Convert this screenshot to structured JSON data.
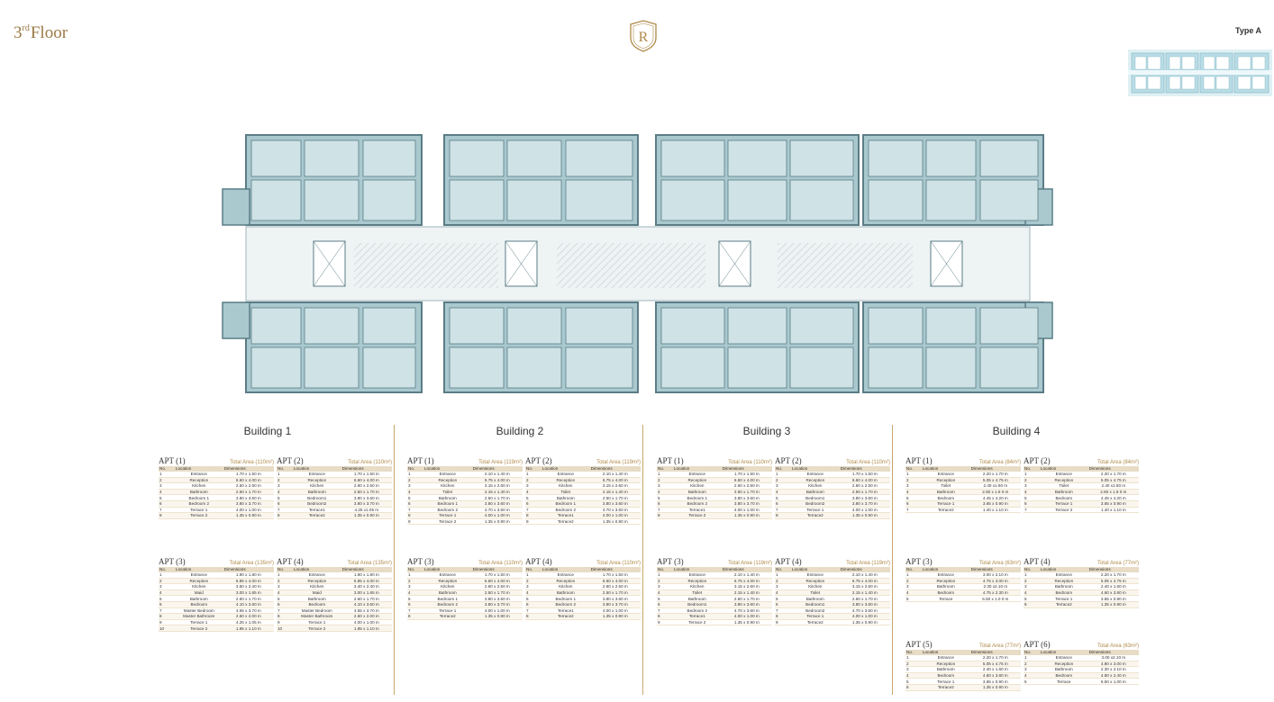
{
  "header": {
    "floor_title_sup": "rd",
    "floor_title_rest": "Floor",
    "floor_title_num": "3",
    "logo_letter": "R",
    "type_label": "Type A"
  },
  "colors": {
    "gold": "#b08a4a",
    "plan_fill": "#a9c9cf",
    "plan_wall": "#5b7d86",
    "table_header": "#e8dcc6"
  },
  "table_headers": {
    "no": "No.",
    "location": "Location",
    "dimensions": "Dimensions"
  },
  "buildings": [
    {
      "name": "Building 1",
      "apartments": [
        {
          "name": "APT (1)",
          "area": "Total Area (110m²)",
          "rows": [
            [
              "1",
              "Entrance",
              "1.70 x 1.50 m"
            ],
            [
              "2",
              "Reception",
              "6.60 x 4.00 m"
            ],
            [
              "3",
              "Kitchen",
              "2.60 x 2.50 m"
            ],
            [
              "4",
              "Bathroom",
              "2.50 x 1.70 m"
            ],
            [
              "5",
              "Bedroom 1",
              "3.80 x 3.60 m"
            ],
            [
              "6",
              "Bedroom 2",
              "3.80 x 3.70 m"
            ],
            [
              "7",
              "Terrace 1",
              "4.00 x 1.00 m"
            ],
            [
              "8",
              "Terrace 2",
              "1.35 x 0.90 m"
            ]
          ]
        },
        {
          "name": "APT (2)",
          "area": "Total Area (110m²)",
          "rows": [
            [
              "1",
              "Entrance",
              "1.70 x 1.50 m"
            ],
            [
              "2",
              "Reception",
              "6.60 x 4.00 m"
            ],
            [
              "3",
              "Kitchen",
              "2.60 x 2.50 m"
            ],
            [
              "4",
              "Bathroom",
              "2.50 x 1.70 m"
            ],
            [
              "5",
              "Bedroom1",
              "3.80 x 3.60 m"
            ],
            [
              "6",
              "Bedroom2",
              "3.80 x 3.70 m"
            ],
            [
              "7",
              "Terrace1",
              "4.25 x1.05 m"
            ],
            [
              "8",
              "Terrace2",
              "1.35 x 0.90 m"
            ]
          ]
        },
        {
          "name": "APT (3)",
          "area": "Total Area (135m²)",
          "rows": [
            [
              "1",
              "Entrance",
              "1.90 x 1.80 m"
            ],
            [
              "2",
              "Reception",
              "6.85 x 4.00 m"
            ],
            [
              "3",
              "Kitchen",
              "3.60 x 2.40 m"
            ],
            [
              "4",
              "Maid",
              "3.00 x 1.65 m"
            ],
            [
              "5",
              "Bathroom",
              "2.60 x 1.70 m"
            ],
            [
              "6",
              "Bedroom",
              "4.10 x 3.60 m"
            ],
            [
              "7",
              "Master Bedroom",
              "4.65 x 3.70 m"
            ],
            [
              "8",
              "Master Bathroom",
              "2.60 x 2.00 m"
            ],
            [
              "9",
              "Terrace 1",
              "4.25 x 1.05 m"
            ],
            [
              "10",
              "Terrace 2",
              "1.95 x 1.10 m"
            ]
          ]
        },
        {
          "name": "APT (4)",
          "area": "Total Area (135m²)",
          "rows": [
            [
              "1",
              "Entrance",
              "1.90 x 1.80 m"
            ],
            [
              "2",
              "Reception",
              "6.85 x 4.00 m"
            ],
            [
              "3",
              "Kitchen",
              "3.40 x 2.40 m"
            ],
            [
              "4",
              "Maid",
              "3.00 x 1.65 m"
            ],
            [
              "5",
              "Bathroom",
              "2.60 x 1.70 m"
            ],
            [
              "6",
              "Bedroom",
              "4.10 x 3.60 m"
            ],
            [
              "7",
              "Master Bedroom",
              "4.65 x 3.70 m"
            ],
            [
              "8",
              "Master Bathroom",
              "2.60 x 2.00 m"
            ],
            [
              "9",
              "Terrace 1",
              "4.00 x 1.00 m"
            ],
            [
              "10",
              "Terrace 2",
              "1.95 x 1.10 m"
            ]
          ]
        }
      ]
    },
    {
      "name": "Building 2",
      "apartments": [
        {
          "name": "APT (1)",
          "area": "Total Area (119m²)",
          "rows": [
            [
              "1",
              "Entrance",
              "2.10 x 1.40 m"
            ],
            [
              "2",
              "Reception",
              "6.75 x 4.00 m"
            ],
            [
              "3",
              "Kitchen",
              "3.15 x 2.60 m"
            ],
            [
              "4",
              "Toilet",
              "2.15 x 1.40 m"
            ],
            [
              "5",
              "Bathroom",
              "2.50 x 1.70 m"
            ],
            [
              "6",
              "Bedroom 1",
              "3.80 x 3.60 m"
            ],
            [
              "7",
              "Bedroom 2",
              "4.70 x 3.60 m"
            ],
            [
              "8",
              "Terrace 1",
              "4.00 x 1.00 m"
            ],
            [
              "9",
              "Terrace 2",
              "1.35 x 0.90 m"
            ]
          ]
        },
        {
          "name": "APT (2)",
          "area": "Total Area (119m²)",
          "rows": [
            [
              "1",
              "Entrance",
              "2.10 x 1.40 m"
            ],
            [
              "2",
              "Reception",
              "6.75 x 4.00 m"
            ],
            [
              "3",
              "Kitchen",
              "3.15 x 2.60 m"
            ],
            [
              "4",
              "Toilet",
              "2.15 x 1.40 m"
            ],
            [
              "5",
              "Bathroom",
              "2.50 x 1.70 m"
            ],
            [
              "6",
              "Bedroom 1",
              "3.80 x 3.60 m"
            ],
            [
              "7",
              "Bedroom 2",
              "4.70 x 3.60 m"
            ],
            [
              "8",
              "Terrace1",
              "4.00 x 1.00 m"
            ],
            [
              "9",
              "Terrace2",
              "1.35 x 0.90 m"
            ]
          ]
        },
        {
          "name": "APT (3)",
          "area": "Total Area (110m²)",
          "rows": [
            [
              "1",
              "Entrance",
              "1.70 x 1.50 m"
            ],
            [
              "2",
              "Reception",
              "6.60 x 4.00 m"
            ],
            [
              "3",
              "Kitchen",
              "2.60 x 2.50 m"
            ],
            [
              "4",
              "Bathroom",
              "2.50 x 1.70 m"
            ],
            [
              "5",
              "Bedroom 1",
              "3.80 x 3.60 m"
            ],
            [
              "6",
              "Bedroom 2",
              "3.80 x 3.70 m"
            ],
            [
              "7",
              "Terrace 1",
              "4.00 x 1.00 m"
            ],
            [
              "8",
              "Terrace2",
              "1.35 x 0.90 m"
            ]
          ]
        },
        {
          "name": "APT (4)",
          "area": "Total Area (110m²)",
          "rows": [
            [
              "1",
              "Entrance",
              "1.70 x 1.50 m"
            ],
            [
              "2",
              "Reception",
              "6.60 x 4.00 m"
            ],
            [
              "3",
              "Kitchen",
              "2.60 x 2.50 m"
            ],
            [
              "4",
              "Bathroom",
              "2.50 x 1.70 m"
            ],
            [
              "5",
              "Bedroom 1",
              "3.80 x 3.60 m"
            ],
            [
              "6",
              "Bedroom 2",
              "3.80 x 3.70 m"
            ],
            [
              "7",
              "Terrace1",
              "4.00 x 1.00 m"
            ],
            [
              "8",
              "Terrace2",
              "1.35 x 0.90 m"
            ]
          ]
        }
      ]
    },
    {
      "name": "Building 3",
      "apartments": [
        {
          "name": "APT (1)",
          "area": "Total Area (110m²)",
          "rows": [
            [
              "1",
              "Entrance",
              "1.70 x 1.50 m"
            ],
            [
              "2",
              "Reception",
              "6.60 x 4.00 m"
            ],
            [
              "3",
              "Kitchen",
              "2.60 x 2.50 m"
            ],
            [
              "4",
              "Bathroom",
              "2.50 x 1.70 m"
            ],
            [
              "5",
              "Bedroom 1",
              "3.80 x 3.60 m"
            ],
            [
              "6",
              "Bedroom 2",
              "3.80 x 3.70 m"
            ],
            [
              "7",
              "Terrace1",
              "4.00 x 1.00 m"
            ],
            [
              "8",
              "Terrace 2",
              "1.35 x 0.90 m"
            ]
          ]
        },
        {
          "name": "APT (2)",
          "area": "Total Area (110m²)",
          "rows": [
            [
              "1",
              "Entrance",
              "1.70 x 1.50 m"
            ],
            [
              "2",
              "Reception",
              "6.60 x 4.00 m"
            ],
            [
              "3",
              "Kitchen",
              "2.60 x 2.50 m"
            ],
            [
              "4",
              "Bathroom",
              "2.50 x 1.70 m"
            ],
            [
              "5",
              "Bedroom1",
              "3.80 x 3.60 m"
            ],
            [
              "6",
              "Bedroom2",
              "3.80 x 3.70 m"
            ],
            [
              "7",
              "Terrace 1",
              "4.00 x 1.00 m"
            ],
            [
              "8",
              "Terrace2",
              "1.35 x 0.90 m"
            ]
          ]
        },
        {
          "name": "APT (3)",
          "area": "Total Area (119m²)",
          "rows": [
            [
              "1",
              "Entrance",
              "2.10 x 1.40 m"
            ],
            [
              "2",
              "Reception",
              "6.75 x 4.00 m"
            ],
            [
              "3",
              "Kitchen",
              "3.15 x 2.60 m"
            ],
            [
              "4",
              "Toilet",
              "2.15 x 1.40 m"
            ],
            [
              "5",
              "Bathroom",
              "2.50 x 1.70 m"
            ],
            [
              "6",
              "Bedroom1",
              "3.80 x 3.60 m"
            ],
            [
              "7",
              "Bedroom 2",
              "4.70 x 3.60 m"
            ],
            [
              "8",
              "Terrace1",
              "4.00 x 1.00 m"
            ],
            [
              "9",
              "Terrace 2",
              "1.35 x 0.90 m"
            ]
          ]
        },
        {
          "name": "APT (4)",
          "area": "Total Area (119m²)",
          "rows": [
            [
              "1",
              "Entrance",
              "2.10 x 1.40 m"
            ],
            [
              "2",
              "Reception",
              "6.75 x 4.00 m"
            ],
            [
              "3",
              "Kitchen",
              "3.15 x 2.60 m"
            ],
            [
              "4",
              "Toilet",
              "2.15 x 1.40 m"
            ],
            [
              "5",
              "Bathroom",
              "2.50 x 1.70 m"
            ],
            [
              "6",
              "Bedroom1",
              "3.80 x 3.60 m"
            ],
            [
              "7",
              "Bedroom2",
              "4.70 x 3.60 m"
            ],
            [
              "8",
              "Terrace 1",
              "4.00 x 1.00 m"
            ],
            [
              "9",
              "Terrace2",
              "1.35 x 0.90 m"
            ]
          ]
        }
      ]
    },
    {
      "name": "Building 4",
      "apartments": [
        {
          "name": "APT (1)",
          "area": "Total Area (84m²)",
          "rows": [
            [
              "1",
              "Entrance",
              "2.20 x 1.70 m"
            ],
            [
              "2",
              "Reception",
              "5.05 x 4.75 m"
            ],
            [
              "3",
              "Toilet",
              "2.40 x1.60 m"
            ],
            [
              "4",
              "Bathroom",
              "2.60 x 1.9 0 m"
            ],
            [
              "5",
              "Bedroom",
              "4.45 x 4.20 m"
            ],
            [
              "6",
              "Terrace 1",
              "3.65 x 0.90 m"
            ],
            [
              "7",
              "Terrace2",
              "1.40 x 1.10 m"
            ]
          ]
        },
        {
          "name": "APT (2)",
          "area": "Total Area (84m²)",
          "rows": [
            [
              "1",
              "Entrance",
              "2.20 x 1.70 m"
            ],
            [
              "2",
              "Reception",
              "5.05 x 4.75 m"
            ],
            [
              "3",
              "Toilet",
              "2.40 x1.60 m"
            ],
            [
              "4",
              "Bathroom",
              "2.60 x 1.9 0 m"
            ],
            [
              "5",
              "Bedroom",
              "4.45 x 4.20 m"
            ],
            [
              "6",
              "Terrace 1",
              "3.65 x 0.90 m"
            ],
            [
              "7",
              "Terrace 2",
              "1.40 x 1.10 m"
            ]
          ]
        },
        {
          "name": "APT (3)",
          "area": "Total Area (63m²)",
          "rows": [
            [
              "1",
              "Entrance",
              "3.00 x 2.10 m"
            ],
            [
              "2",
              "Reception",
              "4.75 x 3.00 m"
            ],
            [
              "3",
              "Bathroom",
              "2.30 x2.10 m"
            ],
            [
              "4",
              "Bedroom",
              "4.75 x 2.30 m"
            ],
            [
              "5",
              "Terrace",
              "6.50 x 1.0 0 m"
            ]
          ]
        },
        {
          "name": "APT (4)",
          "area": "Total Area (77m²)",
          "rows": [
            [
              "1",
              "Entrance",
              "2.20 x 1.70 m"
            ],
            [
              "2",
              "Reception",
              "5.05 x 4.75 m"
            ],
            [
              "3",
              "Bathroom",
              "2.40 x 1.60 m"
            ],
            [
              "4",
              "Bedroom",
              "4.60 x 3.80 m"
            ],
            [
              "5",
              "Terrace 1",
              "3.65 x 0.90 m"
            ],
            [
              "6",
              "Terrace2",
              "1.35 x 0.90 m"
            ]
          ]
        },
        {
          "name": "APT (5)",
          "area": "Total Area (77m²)",
          "rows": [
            [
              "1",
              "Entrance",
              "2.20 x 1.70 m"
            ],
            [
              "2",
              "Reception",
              "5.05 x 4.75 m"
            ],
            [
              "3",
              "Bathroom",
              "2.40 x 1.60 m"
            ],
            [
              "4",
              "Bedroom",
              "4.60 x 3.80 m"
            ],
            [
              "5",
              "Terrace 1",
              "3.65 x 0.90 m"
            ],
            [
              "6",
              "Terrace2",
              "1.35 x 0.90 m"
            ]
          ]
        },
        {
          "name": "APT (6)",
          "area": "Total Area (63m²)",
          "rows": [
            [
              "1",
              "Entrance",
              "3.00 x2.10 m"
            ],
            [
              "2",
              "Reception",
              "4.80 x 3.00 m"
            ],
            [
              "3",
              "Bathroom",
              "2.30 x 2.10 m"
            ],
            [
              "4",
              "Bedroom",
              "4.80 x 2.40 m"
            ],
            [
              "5",
              "Terrace",
              "6.50 x 1.00 m"
            ]
          ]
        }
      ]
    }
  ]
}
